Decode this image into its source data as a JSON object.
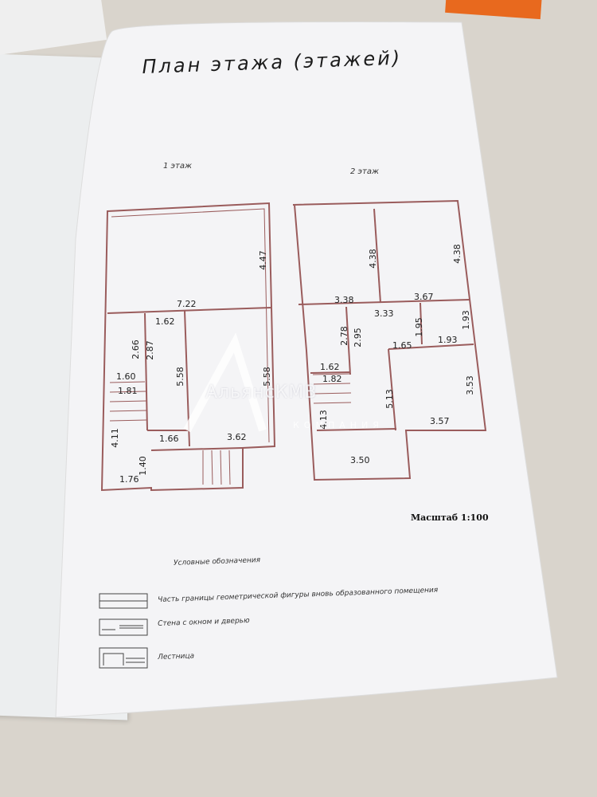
{
  "document": {
    "title": "План этажа (этажей)",
    "scale": "Масштаб 1:100",
    "colors": {
      "paper": "#f4f4f6",
      "wall": "#9a5c5c",
      "ink": "#222222",
      "background": "#d9d4cc"
    }
  },
  "floor1": {
    "label": "1 этаж",
    "dimensions": [
      "4.47",
      "7.22",
      "1.62",
      "2.66",
      "2.87",
      "1.60",
      "5.58",
      "5.58",
      "1.81",
      "4.11",
      "1.66",
      "3.62",
      "1.40",
      "1.76"
    ]
  },
  "floor2": {
    "label": "2 этаж",
    "dimensions": [
      "4.38",
      "4.38",
      "3.38",
      "3.67",
      "3.33",
      "2.78",
      "2.95",
      "1.95",
      "1.93",
      "1.93",
      "1.65",
      "1.62",
      "1.82",
      "3.53",
      "5.13",
      "4.13",
      "3.57",
      "3.50"
    ]
  },
  "legend": {
    "title": "Условные обозначения",
    "items": [
      {
        "icon": "boundary-line-icon",
        "text": "Часть границы геометрической фигуры вновь образованного помещения"
      },
      {
        "icon": "wall-window-door-icon",
        "text": "Стена с окном и дверью"
      },
      {
        "icon": "staircase-icon",
        "text": "Лестница"
      }
    ]
  },
  "watermark": {
    "text": "АльянсКМВ",
    "sub": "КОМПАНИЯ"
  }
}
